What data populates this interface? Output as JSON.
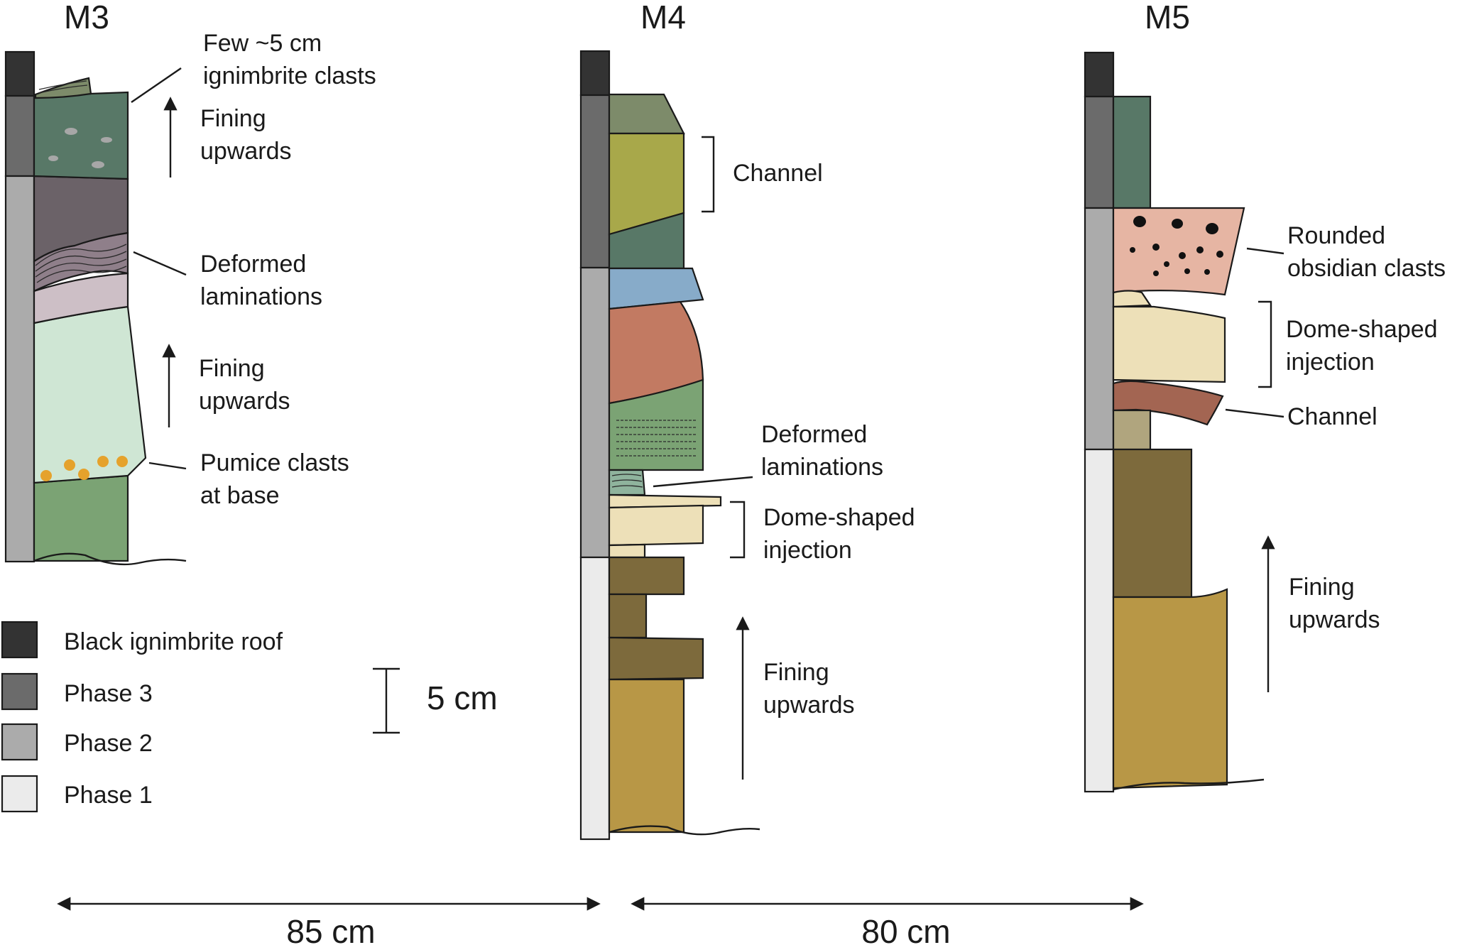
{
  "columns": [
    {
      "id": "m3",
      "name": "M3"
    },
    {
      "id": "m4",
      "name": "M4"
    },
    {
      "id": "m5",
      "name": "M5"
    }
  ],
  "annotations": {
    "m3": {
      "few_clasts": [
        "Few ~5 cm",
        "ignimbrite clasts"
      ],
      "fining_1": [
        "Fining",
        "upwards"
      ],
      "deformed": [
        "Deformed",
        "laminations"
      ],
      "fining_2": [
        "Fining",
        "upwards"
      ],
      "pumice": [
        "Pumice clasts",
        "at base"
      ]
    },
    "m4": {
      "channel": [
        "Channel"
      ],
      "deformed": [
        "Deformed",
        "laminations"
      ],
      "dome": [
        "Dome-shaped",
        "injection"
      ],
      "fining": [
        "Fining",
        "upwards"
      ]
    },
    "m5": {
      "obsidian": [
        "Rounded",
        "obsidian clasts"
      ],
      "dome": [
        "Dome-shaped",
        "injection"
      ],
      "channel": [
        "Channel"
      ],
      "fining": [
        "Fining",
        "upwards"
      ]
    }
  },
  "legend": [
    {
      "label": "Black ignimbrite roof",
      "color": "#333333"
    },
    {
      "label": "Phase 3",
      "color": "#6b6b6b"
    },
    {
      "label": "Phase 2",
      "color": "#ababab"
    },
    {
      "label": "Phase 1",
      "color": "#ebebeb"
    }
  ],
  "scale_bar": {
    "label": "5 cm"
  },
  "distances": [
    {
      "label": "85 cm"
    },
    {
      "label": "80 cm"
    }
  ],
  "colors": {
    "dark_green": "#587867",
    "olive_grey": "#7d8b6a",
    "light_mauve": "#cdbfc6",
    "dark_mauve": "#6b6268",
    "pale_green": "#cfe6d4",
    "mid_green": "#7ba374",
    "yellow_olive": "#a8a84a",
    "light_blue": "#87abc9",
    "terracotta": "#c27a62",
    "cream": "#ede0b8",
    "dark_brown": "#7d6a3c",
    "ochre": "#b89746",
    "salmon": "#e6b5a3",
    "red_brown": "#a36552",
    "sand": "#b0a57e",
    "pumice_orange": "#e5a22c"
  }
}
